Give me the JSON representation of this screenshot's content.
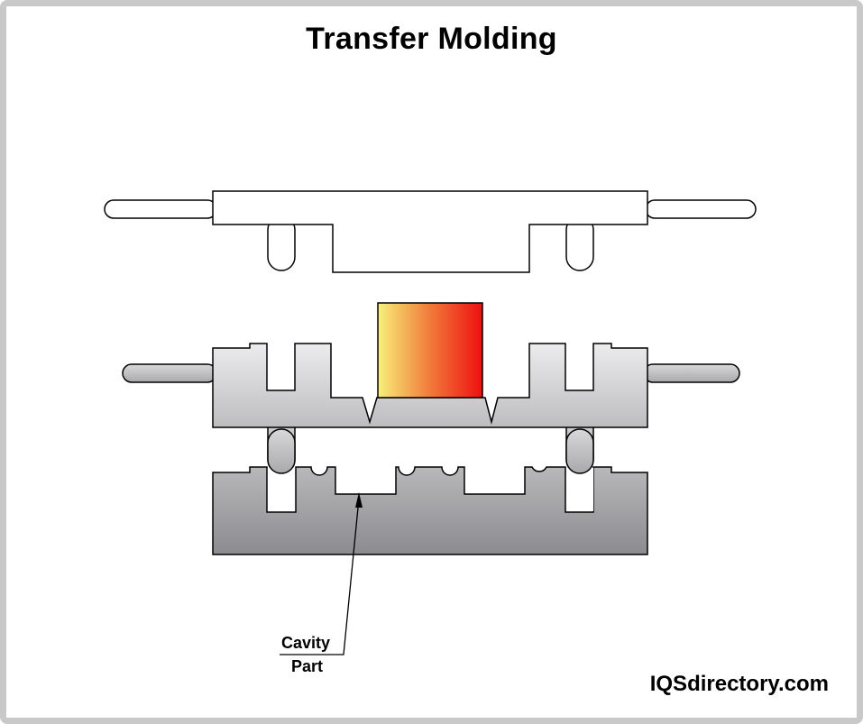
{
  "title": "Transfer Molding",
  "labels": {
    "cavity": "Cavity",
    "part": "Part"
  },
  "brand": "IQSdirectory.com",
  "colors": {
    "frame": "#c9c9c9",
    "top_plate": "#ffffff",
    "middle_plate_light": "#e4e4e6",
    "middle_plate_dark": "#c2c2c4",
    "bottom_plate_light": "#b4b4b6",
    "bottom_plate_dark": "#8f8f92",
    "charge_gradient_start": "#f8f07a",
    "charge_gradient_mid": "#f07a3a",
    "charge_gradient_end": "#ee1010"
  }
}
